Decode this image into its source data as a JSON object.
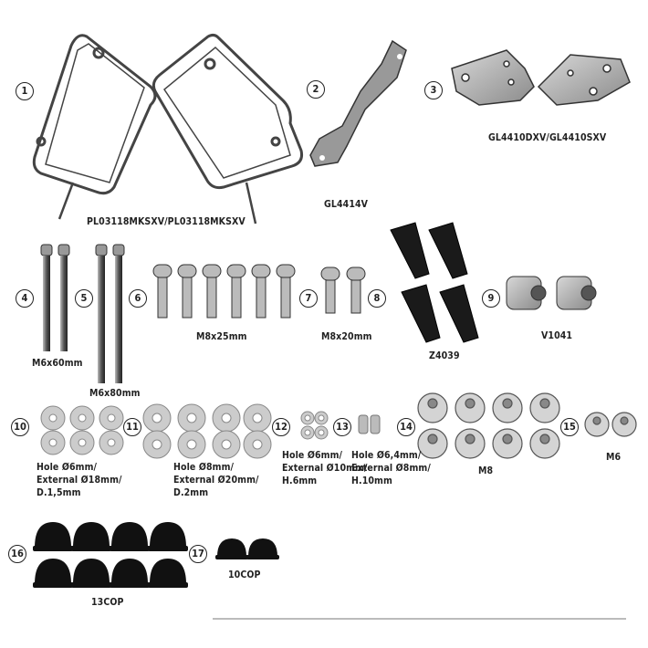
{
  "items": [
    {
      "n": "1",
      "label": "PL03118MKSXV/PL03118MKSXV"
    },
    {
      "n": "2",
      "label": "GL4414V"
    },
    {
      "n": "3",
      "label": "GL4410DXV/GL4410SXV"
    },
    {
      "n": "4",
      "label": "M6x60mm"
    },
    {
      "n": "5",
      "label": "M6x80mm"
    },
    {
      "n": "6",
      "label": "M8x25mm"
    },
    {
      "n": "7",
      "label": ""
    },
    {
      "n": "8",
      "label": "M8x20mm"
    },
    {
      "n": "9",
      "label": "V1041"
    },
    {
      "n": "10",
      "label_lines": [
        "Hole Ø6mm/",
        "External Ø18mm/",
        "D.1,5mm"
      ]
    },
    {
      "n": "11",
      "label_lines": [
        "Hole Ø8mm/",
        "External Ø20mm/",
        "D.2mm"
      ]
    },
    {
      "n": "12",
      "label_lines": [
        "Hole Ø6mm/",
        "External Ø10mm/",
        "H.6mm"
      ]
    },
    {
      "n": "13",
      "label_lines": [
        "Hole Ø6,4mm/",
        "External Ø8mm/",
        "H.10mm"
      ]
    },
    {
      "n": "14",
      "label": "M8"
    },
    {
      "n": "15",
      "label": "M6"
    },
    {
      "n": "16",
      "label": "13COP"
    },
    {
      "n": "17",
      "label": "10COP"
    }
  ],
  "extra_labels": {
    "z4039": "Z4039"
  }
}
